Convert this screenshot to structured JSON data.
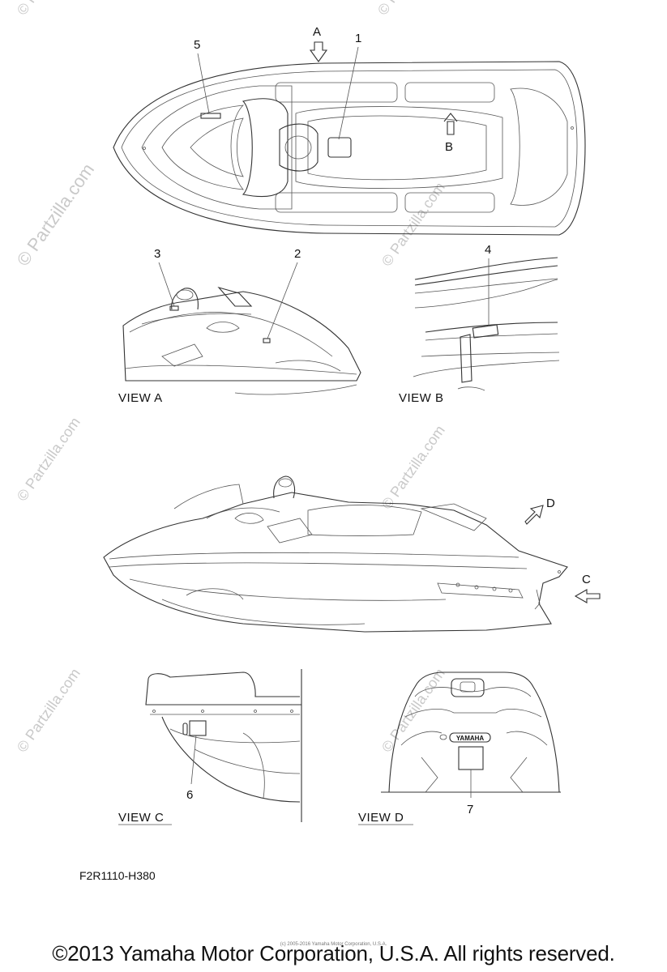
{
  "watermark": {
    "text": "© Partzilla.com",
    "color": "#c9c9c9"
  },
  "view_labels": {
    "a": "VIEW A",
    "b": "VIEW B",
    "c": "VIEW C",
    "d": "VIEW D"
  },
  "arrow_labels": {
    "a": "A",
    "b": "B",
    "c": "C",
    "d": "D"
  },
  "callouts": [
    "1",
    "2",
    "3",
    "4",
    "5",
    "6",
    "7"
  ],
  "badge_text": "YAMAHA",
  "figure_code": "F2R1110-H380",
  "footer": {
    "copyright": "©2013 Yamaha Motor Corporation, U.S.A. All rights reserved.",
    "fine_print": "(c) 2005-2016 Yamaha Motor Corporation, U.S.A."
  }
}
